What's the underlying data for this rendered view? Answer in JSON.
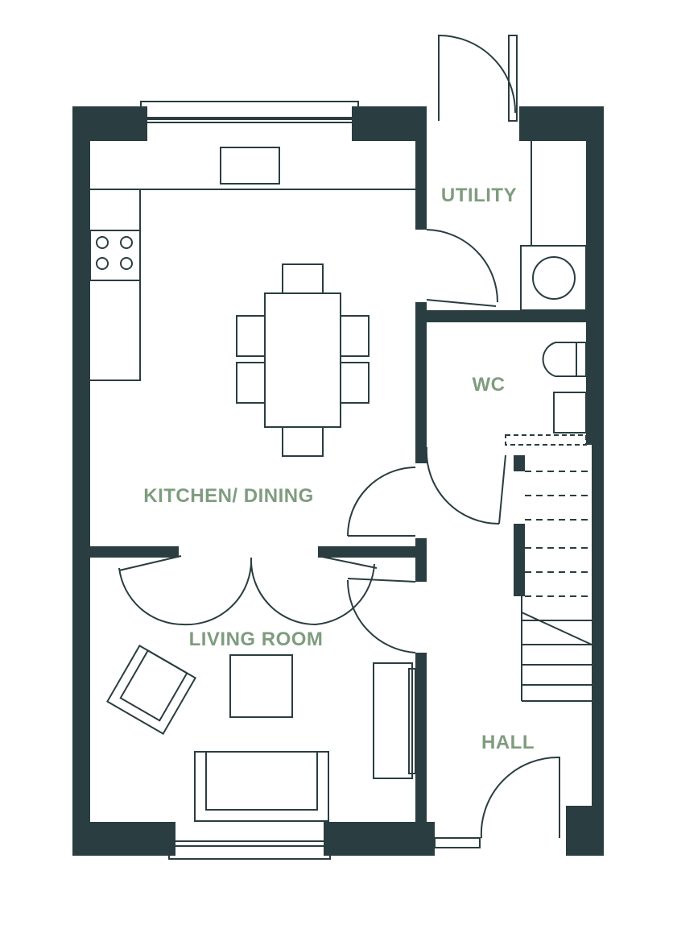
{
  "rooms": {
    "utility": "UTILITY",
    "wc": "WC",
    "kitchen_dining": "KITCHEN/ DINING",
    "living_room": "LIVING ROOM",
    "hall": "HALL"
  },
  "colors": {
    "wall": "#2a3d40",
    "label": "#7f9c7f"
  }
}
